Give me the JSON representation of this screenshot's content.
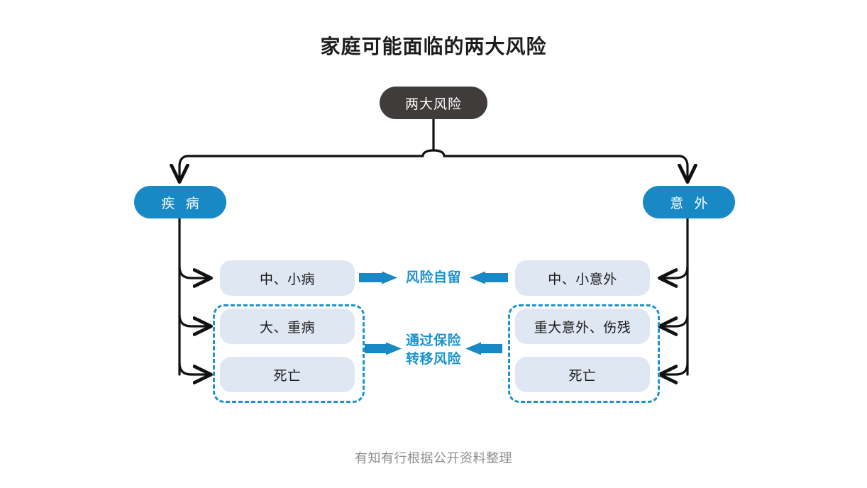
{
  "page": {
    "title": "家庭可能面临的两大风险",
    "footer": "有知有行根据公开资料整理",
    "background": "#FFFFFF"
  },
  "colors": {
    "root_node": "#3F3C3B",
    "branch_pill": "#1889C5",
    "leaf_box": "#DFE7F2",
    "accent_blue": "#1B93D0",
    "connector_black": "#111111",
    "footer_text": "#8D8D8D"
  },
  "diagram": {
    "root": {
      "label": "两大风险"
    },
    "branches": [
      {
        "id": "disease",
        "label": "疾 病",
        "side": "left",
        "leaves": [
          {
            "id": "minor-illness",
            "label": "中、小病",
            "outcome": "risk-retention"
          },
          {
            "id": "major-illness",
            "label": "大、重病",
            "outcome": "insurance-transfer"
          },
          {
            "id": "death-illness",
            "label": "死亡",
            "outcome": "insurance-transfer"
          }
        ],
        "grouped_leaves": [
          "major-illness",
          "death-illness"
        ]
      },
      {
        "id": "accident",
        "label": "意 外",
        "side": "right",
        "leaves": [
          {
            "id": "minor-accident",
            "label": "中、小意外",
            "outcome": "risk-retention"
          },
          {
            "id": "major-accident",
            "label": "重大意外、伤残",
            "outcome": "insurance-transfer"
          },
          {
            "id": "death-accident",
            "label": "死亡",
            "outcome": "insurance-transfer"
          }
        ],
        "grouped_leaves": [
          "major-accident",
          "death-accident"
        ]
      }
    ],
    "outcomes": [
      {
        "id": "risk-retention",
        "label": "风险自留"
      },
      {
        "id": "insurance-transfer",
        "line1": "通过保险",
        "line2": "转移风险"
      }
    ]
  }
}
